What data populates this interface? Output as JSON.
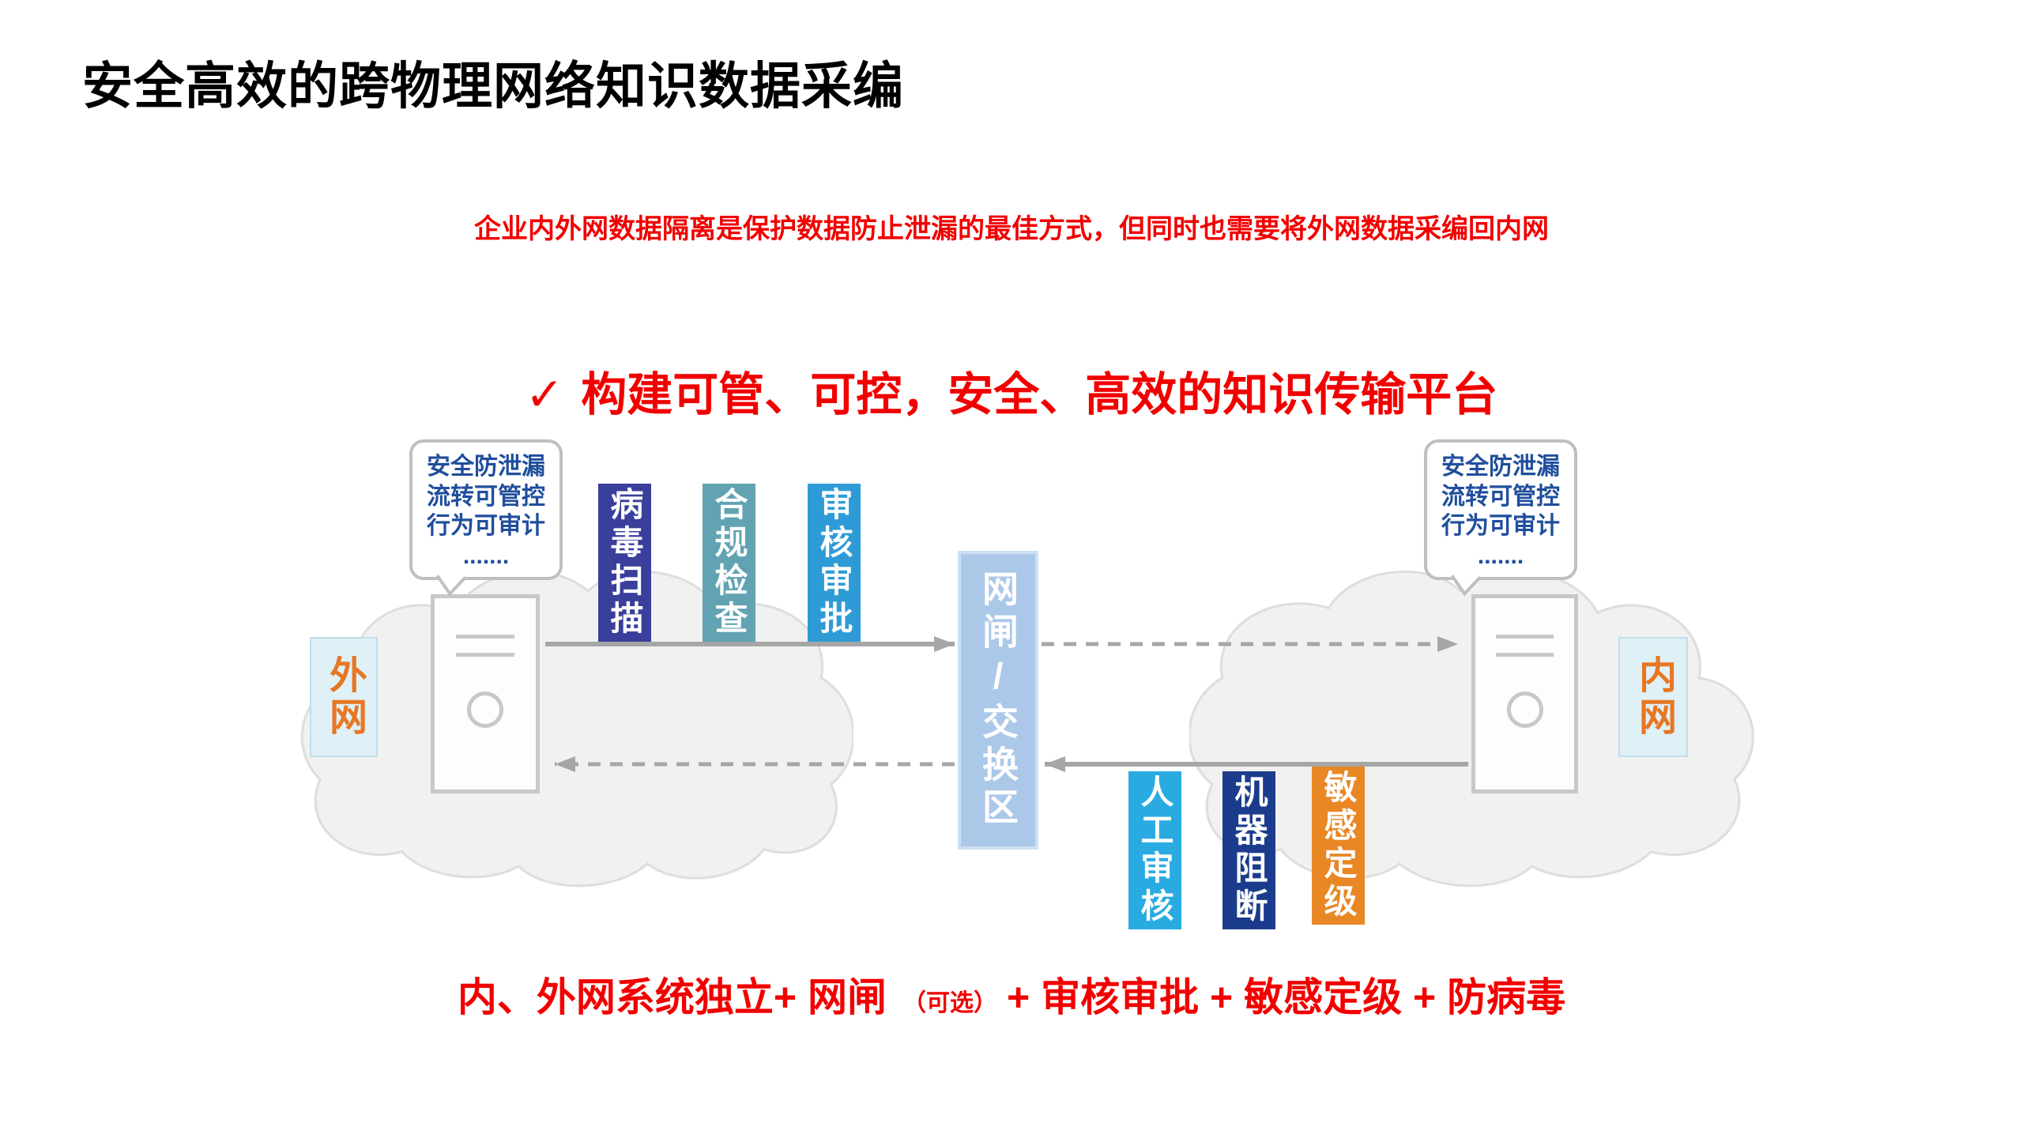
{
  "slide": {
    "title": "安全高效的跨物理网络知识数据采编",
    "subtitle": "企业内外网数据隔离是保护数据防止泄漏的最佳方式，但同时也需要将外网数据采编回内网",
    "headline_check": "✓",
    "headline": "构建可管、可控，安全、高效的知识传输平台"
  },
  "diagram": {
    "extranet_label": "外网",
    "intranet_label": "内网",
    "gateway": {
      "label": "网闸/交换区",
      "color": "#ABC8E9"
    },
    "left_bubble": {
      "lines": [
        "安全防泄漏",
        "流转可管控",
        "行为可审计",
        "......."
      ]
    },
    "right_bubble": {
      "lines": [
        "安全防泄漏",
        "流转可管控",
        "行为可审计",
        "......."
      ]
    },
    "outbound_controls": [
      {
        "label": "病毒扫描",
        "color": "#3A3F9B"
      },
      {
        "label": "合规检查",
        "color": "#61A3B2"
      },
      {
        "label": "审核审批",
        "color": "#2E9BD6"
      }
    ],
    "inbound_controls": [
      {
        "label": "人工审核",
        "color": "#29ABE2"
      },
      {
        "label": "机器阻断",
        "color": "#1B3C8C"
      },
      {
        "label": "敏感定级",
        "color": "#E88724"
      }
    ]
  },
  "footer": {
    "part1": "内、外网系统独立+ 网闸",
    "optional": "（可选）",
    "part2": "+ 审核审批 + 敏感定级 + 防病毒"
  },
  "colors": {
    "accent_red": "#F20000",
    "accent_orange": "#E87722",
    "bubble_text_blue": "#1F4E9C",
    "arrow_gray": "#A6A6A6",
    "cloud_fill": "#F1F1F1"
  }
}
